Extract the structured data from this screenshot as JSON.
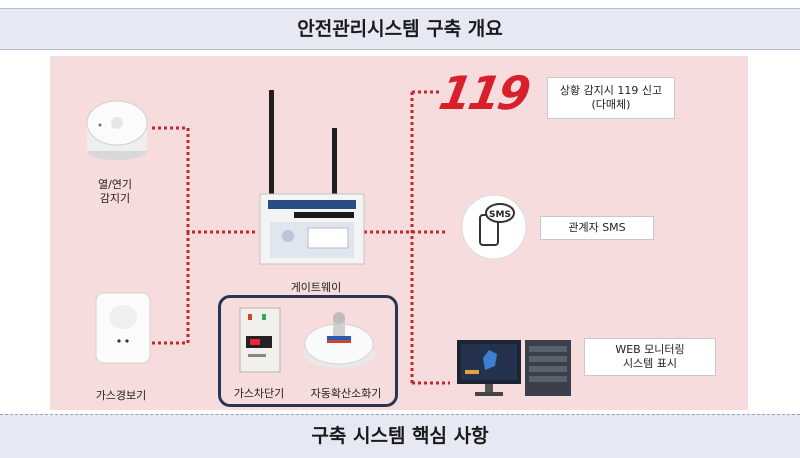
{
  "header": {
    "title": "안전관리시스템 구축 개요"
  },
  "footer": {
    "title": "구축 시스템 핵심 사항"
  },
  "devices": {
    "heat_smoke_detector": {
      "label_line1": "열/연기",
      "label_line2": "감지기"
    },
    "gas_alarm": {
      "label": "가스경보기"
    },
    "gateway": {
      "label": "게이트웨이"
    },
    "gas_shutoff": {
      "label": "가스차단기"
    },
    "auto_extinguisher": {
      "label": "자동확산소화기"
    }
  },
  "outputs": {
    "fire_119": {
      "logo_text": "119",
      "label_line1": "상황 감지시 119 신고",
      "label_line2": "(다매체)"
    },
    "sms": {
      "badge_text": "SMS",
      "label": "관계자 SMS"
    },
    "web": {
      "label_line1": "WEB 모니터링",
      "label_line2": "시스템 표시"
    }
  },
  "colors": {
    "panel_bg": "#f6dcdc",
    "connector": "#c0282d",
    "banner_bg": "#e6e9f4",
    "group_border": "#2b3552"
  }
}
